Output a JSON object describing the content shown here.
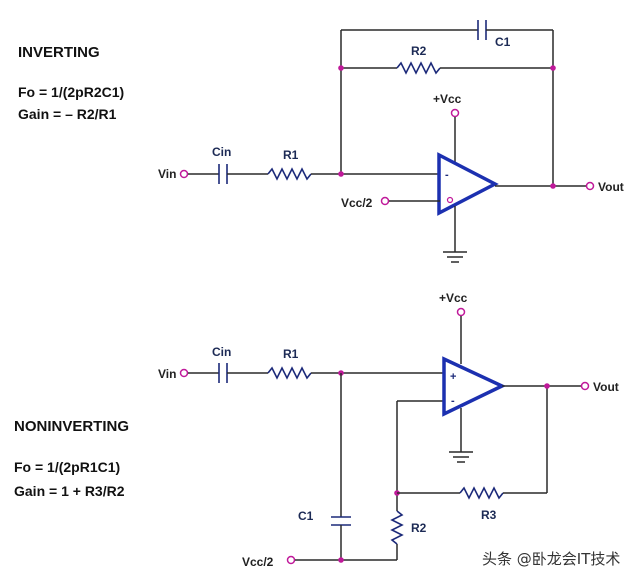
{
  "inverting": {
    "title": "INVERTING",
    "formula_fo": "Fo = 1/(2pR2C1)",
    "formula_gain": "Gain = – R2/R1",
    "labels": {
      "vin": "Vin",
      "cin": "Cin",
      "r1": "R1",
      "r2": "R2",
      "c1": "C1",
      "vcc": "+Vcc",
      "vcc_half": "Vcc/2",
      "vout": "Vout"
    }
  },
  "noninverting": {
    "title": "NONINVERTING",
    "formula_fo": "Fo = 1/(2pR1C1)",
    "formula_gain": "Gain = 1 + R3/R2",
    "labels": {
      "vin": "Vin",
      "cin": "Cin",
      "r1": "R1",
      "r2": "R2",
      "r3": "R3",
      "c1": "C1",
      "vcc": "+Vcc",
      "vcc_half": "Vcc/2",
      "vout": "Vout"
    }
  },
  "watermark": "头条 @卧龙会IT技术",
  "colors": {
    "opamp": "#1c30b0",
    "node": "#c0199a",
    "wire": "#2a2a2a"
  }
}
